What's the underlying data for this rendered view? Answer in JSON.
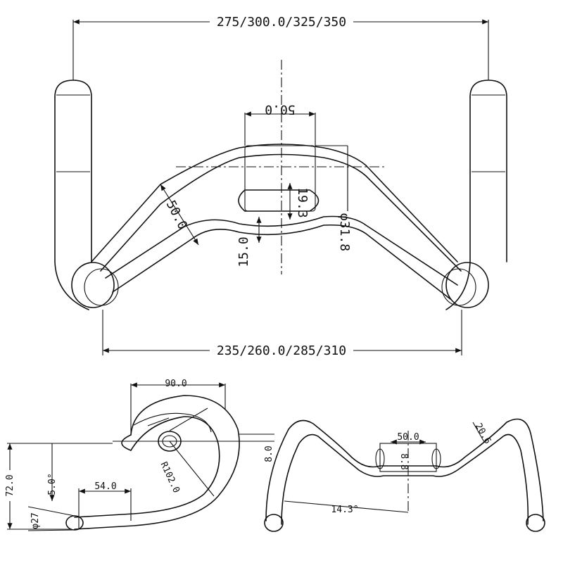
{
  "front_view": {
    "width_top": "275/300.0/325/350",
    "width_bottom": "235/260.0/285/310",
    "clamp_width": "50.0",
    "slot_height": "19.3",
    "clamp_diameter": "φ31.8",
    "tube_width": "50.0",
    "center_drop": "15.0"
  },
  "side_view": {
    "reach": "90.0",
    "rise": "8.0",
    "drop": "72.0",
    "angle": "5.0°",
    "flat": "54.0",
    "radius": "R102.0",
    "diameter": "φ27"
  },
  "rear_view": {
    "clamp_width": "50.0",
    "clamp_height": "8.8",
    "flare_angle": "14.3°",
    "corner": "20.6"
  }
}
